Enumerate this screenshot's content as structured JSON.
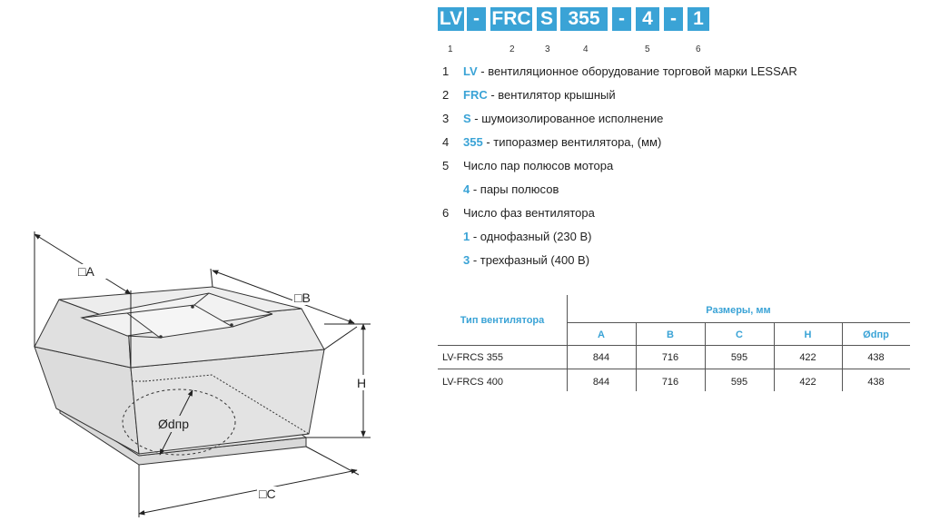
{
  "code": {
    "segments": [
      "LV",
      "-",
      "FRC",
      "S",
      "355",
      "-",
      "4",
      "-",
      "1"
    ],
    "indices": [
      "1",
      "2",
      "3",
      "4",
      "5",
      "6"
    ]
  },
  "legend": [
    {
      "num": "1",
      "key": "LV",
      "text": " - вентиляционное оборудование торговой марки LESSAR"
    },
    {
      "num": "2",
      "key": "FRC",
      "text": " - вентилятор крышный"
    },
    {
      "num": "3",
      "key": "S",
      "text": " - шумоизолированное исполнение"
    },
    {
      "num": "4",
      "key": "355",
      "text": " - типоразмер вентилятора, (мм)"
    },
    {
      "num": "5",
      "key": "",
      "text": "Число пар полюсов мотора"
    },
    {
      "num": "",
      "key": "4",
      "text": " - пары полюсов"
    },
    {
      "num": "6",
      "key": "",
      "text": "Число фаз вентилятора"
    },
    {
      "num": "",
      "key": "1",
      "text": " - однофазный (230 В)"
    },
    {
      "num": "",
      "key": "3",
      "text": " - трехфазный (400 В)"
    }
  ],
  "table": {
    "type_header": "Тип вентилятора",
    "group_header": "Размеры, мм",
    "columns": [
      "A",
      "B",
      "C",
      "H",
      "Ødпр"
    ],
    "rows": [
      {
        "type": "LV-FRCS 355",
        "values": [
          "844",
          "716",
          "595",
          "422",
          "438"
        ]
      },
      {
        "type": "LV-FRCS 400",
        "values": [
          "844",
          "716",
          "595",
          "422",
          "438"
        ]
      }
    ]
  },
  "drawing": {
    "label_a": "□A",
    "label_b": "□B",
    "label_c": "□C",
    "label_h": "H",
    "label_d": "Ødпр"
  },
  "colors": {
    "accent": "#3aa3d6",
    "body_fill": "#e6e6e6",
    "top_fill": "#ededed"
  }
}
